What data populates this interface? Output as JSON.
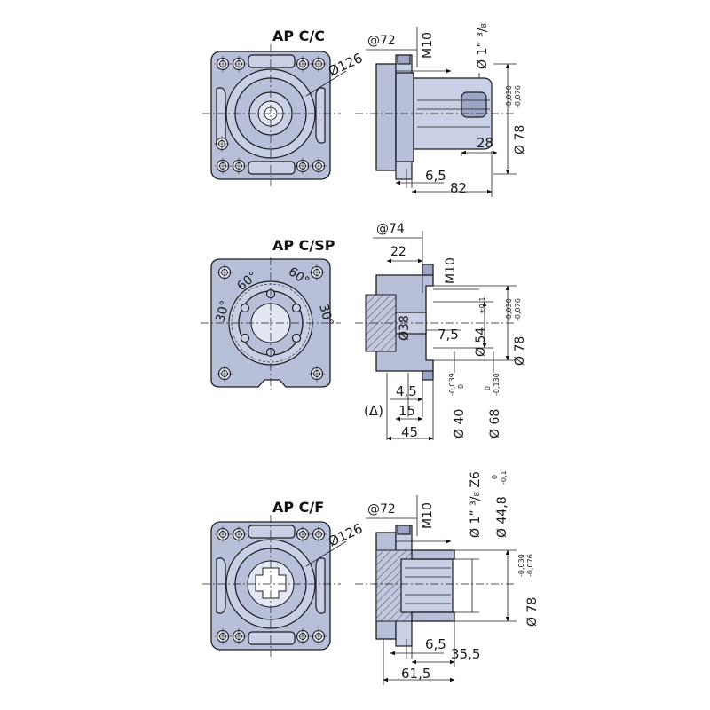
{
  "views": {
    "cc": {
      "title": "AP C/C",
      "dims": {
        "thread_pitch": "@72",
        "thread": "M10",
        "diameter_flange": "Ø126",
        "shaft": "Ø 1” ³/₈",
        "pilot": "Ø 78",
        "tol_upper": "-0,030",
        "tol_lower": "-0,076",
        "len_28": "28",
        "len_6_5": "6,5",
        "len_82": "82"
      }
    },
    "csp": {
      "title": "AP C/SP",
      "dims": {
        "pitch": "@74",
        "len_22": "22",
        "thread": "M10",
        "angle_30_left": "30°",
        "angle_60_left": "60°",
        "angle_60_right": "60°",
        "angle_30_right": "30°",
        "bore_38": "Ø38",
        "len_7_5": "7,5",
        "dia_54": "Ø 54",
        "dia_54_tol": "±0,1",
        "pilot": "Ø 78",
        "tol_upper": "-0,030",
        "tol_lower": "-0,076",
        "len_4_5": "4,5",
        "delta_label": "(Δ)",
        "len_15": "15",
        "len_45": "45",
        "dia_40": "Ø 40",
        "dia_40_tol_upper": "-0,039",
        "dia_40_tol_lower": "0",
        "dia_68": "Ø 68",
        "dia_68_tol_upper": "0",
        "dia_68_tol_lower": "-0,130"
      }
    },
    "cf": {
      "title": "AP C/F",
      "dims": {
        "thread_pitch": "@72",
        "thread": "M10",
        "diameter_flange": "Ø126",
        "spline": "Ø 1” ³/₈ Z6",
        "dia_44_8": "Ø 44,8",
        "dia_44_8_tol_upper": "0",
        "dia_44_8_tol_lower": "-0,1",
        "pilot": "Ø 78",
        "tol_upper": "-0,030",
        "tol_lower": "-0,076",
        "len_6_5": "6,5",
        "len_35_5": "35,5",
        "len_61_5": "61,5"
      }
    }
  }
}
